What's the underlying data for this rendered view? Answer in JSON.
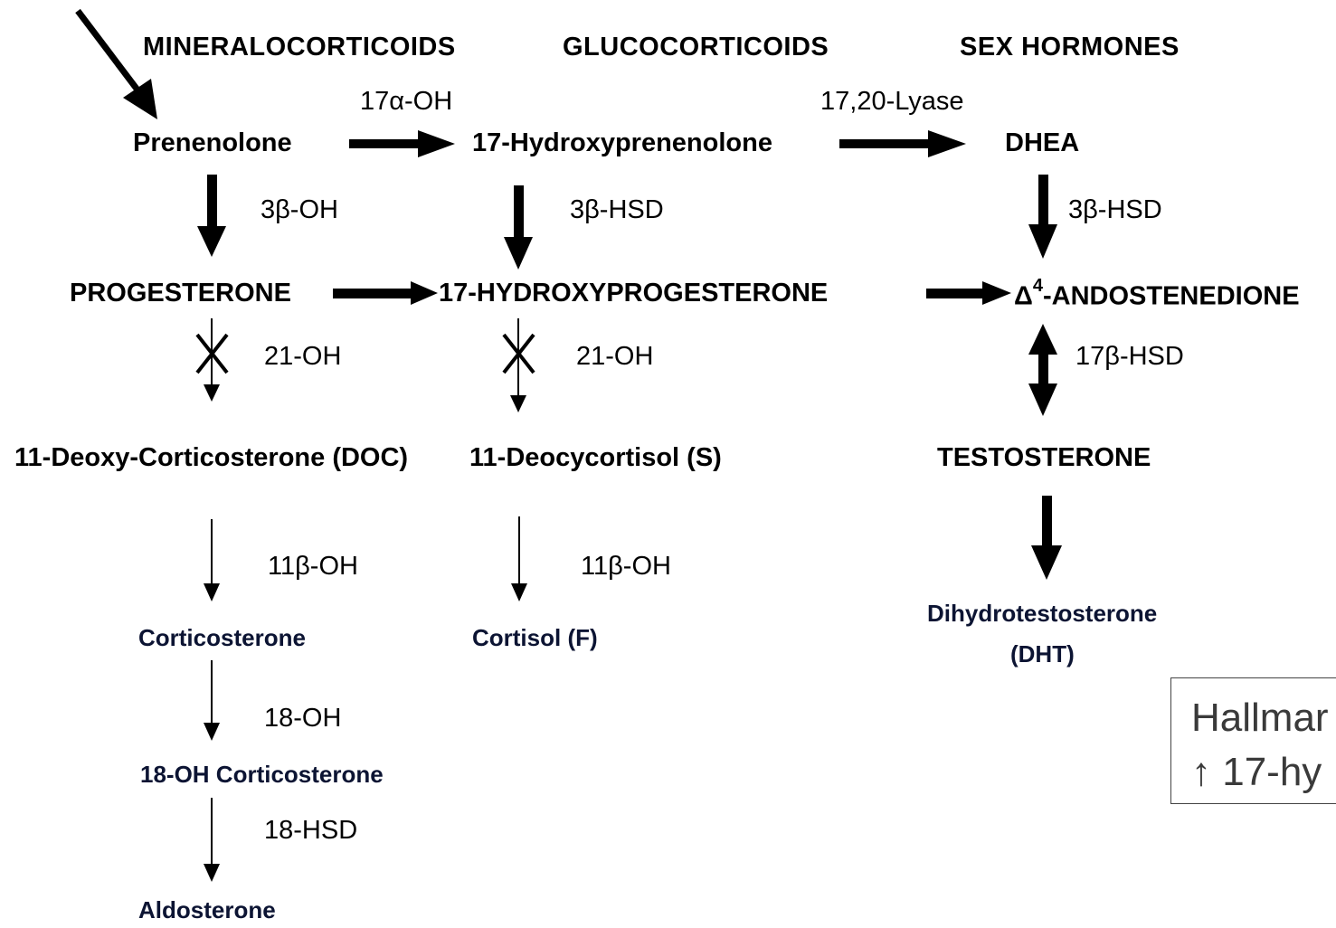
{
  "headers": {
    "mineralocorticoids": "MINERALOCORTICOIDS",
    "glucocorticoids": "GLUCOCORTICOIDS",
    "sex_hormones": "SEX HORMONES"
  },
  "compounds": {
    "pregnenolone": "Prenenolone",
    "hydroxypregnenolone": "17-Hydroxyprenenolone",
    "dhea": "DHEA",
    "progesterone": "PROGESTERONE",
    "hydroxyprogesterone": "17-HYDROXYPROGESTERONE",
    "androstenedione_delta": "Δ",
    "androstenedione_sup": "4",
    "androstenedione": "-ANDOSTENEDIONE",
    "doc": "11-Deoxy-Corticosterone (DOC)",
    "deoxycortisol": "11-Deocycortisol (S)",
    "testosterone": "TESTOSTERONE",
    "corticosterone": "Corticosterone",
    "cortisol": "Cortisol (F)",
    "dht_1": "Dihydrotestosterone",
    "dht_2": "(DHT)",
    "oh18_corticosterone": "18-OH Corticosterone",
    "aldosterone": "Aldosterone"
  },
  "enzymes": {
    "alpha17_oh": "17α-OH",
    "lyase": "17,20-Lyase",
    "beta3_oh": "3β-OH",
    "beta3_hsd_a": "3β-HSD",
    "beta3_hsd_b": "3β-HSD",
    "oh21_a": "21-OH",
    "oh21_b": "21-OH",
    "beta17_hsd": "17β-HSD",
    "beta11_oh_a": "11β-OH",
    "beta11_oh_b": "11β-OH",
    "oh18": "18-OH",
    "hsd18": "18-HSD"
  },
  "callout": {
    "line1": "Hallmar",
    "line2": "↑ 17-hy"
  }
}
